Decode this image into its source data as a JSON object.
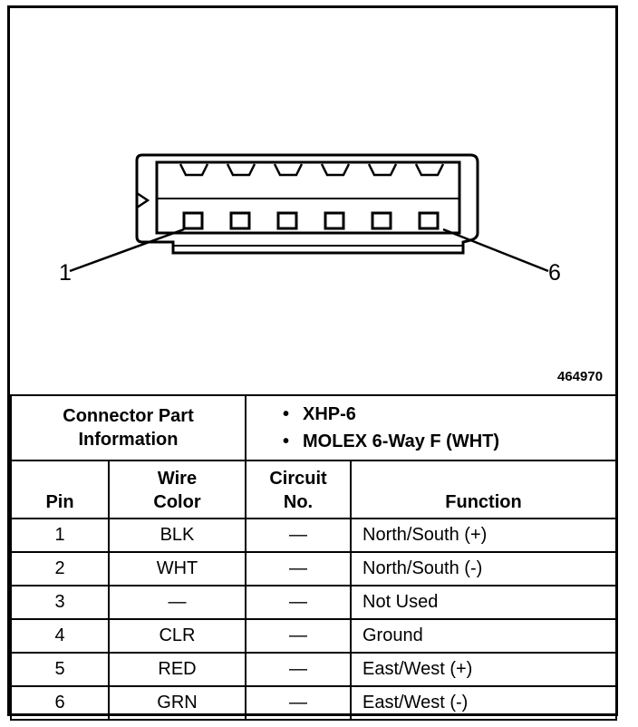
{
  "diagram": {
    "callout_left": "1",
    "callout_right": "6",
    "figure_number": "464970"
  },
  "connector_info": {
    "label_line1": "Connector Part",
    "label_line2": "Information",
    "items": [
      "XHP-6",
      "MOLEX 6-Way F (WHT)"
    ]
  },
  "table": {
    "headers": {
      "pin": "Pin",
      "wire_color_line1": "Wire",
      "wire_color_line2": "Color",
      "circuit_line1": "Circuit",
      "circuit_line2": "No.",
      "function": "Function"
    },
    "rows": [
      {
        "pin": "1",
        "wire_color": "BLK",
        "circuit": "—",
        "function": "North/South (+)"
      },
      {
        "pin": "2",
        "wire_color": "WHT",
        "circuit": "—",
        "function": "North/South (-)"
      },
      {
        "pin": "3",
        "wire_color": "—",
        "circuit": "—",
        "function": "Not Used"
      },
      {
        "pin": "4",
        "wire_color": "CLR",
        "circuit": "—",
        "function": "Ground"
      },
      {
        "pin": "5",
        "wire_color": "RED",
        "circuit": "—",
        "function": "East/West (+)"
      },
      {
        "pin": "6",
        "wire_color": "GRN",
        "circuit": "—",
        "function": "East/West (-)"
      }
    ]
  }
}
